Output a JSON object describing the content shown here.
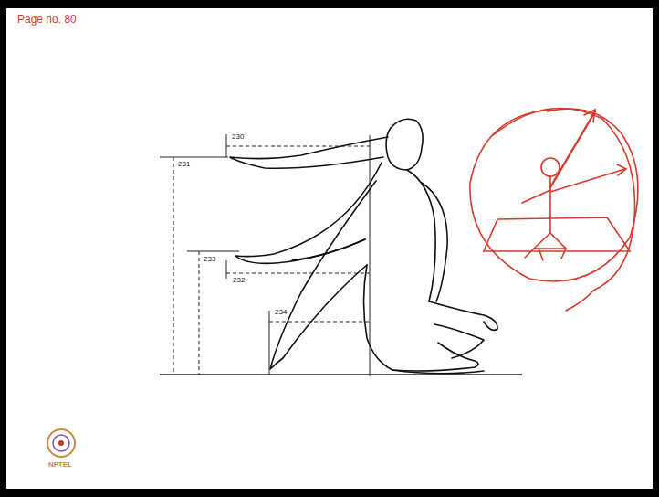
{
  "diagram": {
    "labels": [
      "Page no. 80",
      "230",
      "231",
      "233",
      "232",
      "234",
      "NPTEL"
    ]
  }
}
